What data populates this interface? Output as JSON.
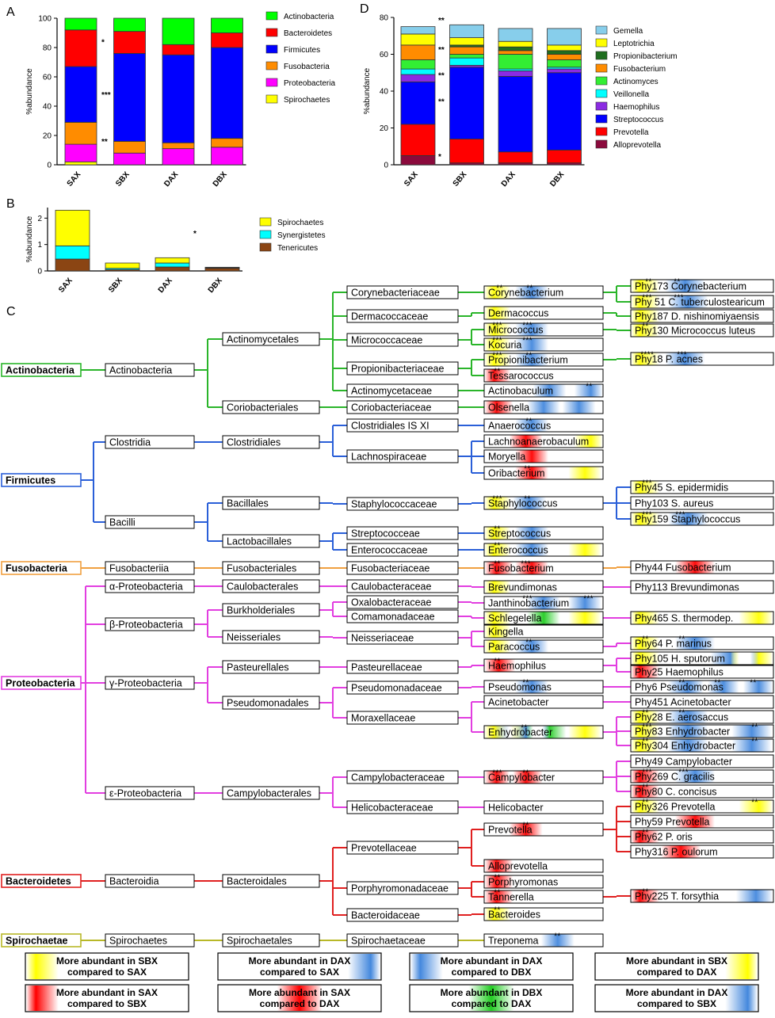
{
  "panels": {
    "A": "A",
    "B": "B",
    "C": "C",
    "D": "D"
  },
  "chart_data": [
    {
      "type": "bar",
      "panel": "A",
      "categories": [
        "SAX",
        "SBX",
        "DAX",
        "DBX"
      ],
      "ylabel": "%abundance",
      "ylim": [
        0,
        100
      ],
      "yticks": [
        0,
        20,
        40,
        60,
        80,
        100
      ],
      "legend_position": "right",
      "series": [
        {
          "name": "Spirochaetes",
          "color": "#ffff00",
          "values": [
            2,
            0,
            0,
            0
          ]
        },
        {
          "name": "Proteobacteria",
          "color": "#ff00ff",
          "values": [
            12,
            8,
            11,
            12
          ]
        },
        {
          "name": "Fusobacteria",
          "color": "#ff8c00",
          "values": [
            15,
            8,
            4,
            6
          ]
        },
        {
          "name": "Firmicutes",
          "color": "#0000ff",
          "values": [
            38,
            60,
            60,
            62
          ]
        },
        {
          "name": "Bacteroidetes",
          "color": "#ff0000",
          "values": [
            25,
            15,
            7,
            10
          ]
        },
        {
          "name": "Actinobacteria",
          "color": "#00ff00",
          "values": [
            8,
            9,
            18,
            10
          ]
        }
      ],
      "legend": [
        "Actinobacteria",
        "Bacteroidetes",
        "Firmicutes",
        "Fusobacteria",
        "Proteobacteria",
        "Spirochaetes"
      ],
      "annotations": [
        {
          "text": "*",
          "y": 82
        },
        {
          "text": "***",
          "y": 46
        },
        {
          "text": "**",
          "y": 14
        }
      ]
    },
    {
      "type": "bar",
      "panel": "B",
      "categories": [
        "SAX",
        "SBX",
        "DAX",
        "DBX"
      ],
      "ylabel": "%abundance",
      "ylim": [
        0,
        2.4
      ],
      "yticks": [
        0,
        1,
        2
      ],
      "legend_position": "right",
      "series": [
        {
          "name": "Tenericutes",
          "color": "#8b4513",
          "values": [
            0.45,
            0.05,
            0.15,
            0.1
          ]
        },
        {
          "name": "Synergistetes",
          "color": "#00ffff",
          "values": [
            0.5,
            0.05,
            0.15,
            0.02
          ]
        },
        {
          "name": "Spirochaetes",
          "color": "#ffff00",
          "values": [
            1.35,
            0.2,
            0.2,
            0.02
          ]
        }
      ],
      "legend": [
        "Spirochaetes",
        "Synergistetes",
        "Tenericutes"
      ],
      "annotations": [
        {
          "text": "*",
          "category": "DAX"
        }
      ]
    },
    {
      "type": "bar",
      "panel": "D",
      "categories": [
        "SAX",
        "SBX",
        "DAX",
        "DBX"
      ],
      "ylabel": "%abundance",
      "ylim": [
        0,
        80
      ],
      "yticks": [
        0,
        20,
        40,
        60,
        80
      ],
      "legend_position": "right",
      "series": [
        {
          "name": "Alloprevotella",
          "color": "#8b0a3c",
          "values": [
            5,
            1,
            1,
            1
          ]
        },
        {
          "name": "Prevotella",
          "color": "#ff0000",
          "values": [
            17,
            13,
            6,
            7
          ]
        },
        {
          "name": "Streptococcus",
          "color": "#0000ff",
          "values": [
            23,
            39,
            41,
            42
          ]
        },
        {
          "name": "Haemophilus",
          "color": "#8b2be2",
          "values": [
            4,
            1,
            3,
            2
          ]
        },
        {
          "name": "Veillonella",
          "color": "#00ffff",
          "values": [
            3,
            4,
            1,
            1
          ]
        },
        {
          "name": "Actinomyces",
          "color": "#33ee33",
          "values": [
            5,
            2,
            8,
            4
          ]
        },
        {
          "name": "Fusobacterium",
          "color": "#ff8c00",
          "values": [
            8,
            4,
            2,
            3
          ]
        },
        {
          "name": "Propionibacterium",
          "color": "#1f6e1f",
          "values": [
            0,
            1,
            2,
            2
          ]
        },
        {
          "name": "Leptotrichia",
          "color": "#ffff00",
          "values": [
            6,
            4,
            3,
            3
          ]
        },
        {
          "name": "Gemella",
          "color": "#87ceeb",
          "values": [
            4,
            7,
            7,
            9
          ]
        }
      ],
      "legend": [
        "Gemella",
        "Leptotrichia",
        "Propionibacterium",
        "Fusobacterium",
        "Actinomyces",
        "Veillonella",
        "Haemophilus",
        "Streptococcus",
        "Prevotella",
        "Alloprevotella"
      ],
      "annotations": [
        {
          "text": "**",
          "y": 77
        },
        {
          "text": "**",
          "y": 61
        },
        {
          "text": "**",
          "y": 47
        },
        {
          "text": "**",
          "y": 33
        },
        {
          "text": "*",
          "y": 3
        }
      ]
    }
  ],
  "tree": {
    "phyla": [
      "Actinobacteria",
      "Firmicutes",
      "Fusobacteria",
      "Proteobacteria",
      "Bacteroidetes",
      "Spirochaetae"
    ],
    "classes": [
      "Actinobacteria",
      "Clostridia",
      "Bacilli",
      "Fusobacteriia",
      "α-Proteobacteria",
      "β-Proteobacteria",
      "γ-Proteobacteria",
      "ε-Proteobacteria",
      "Bacteroidia",
      "Spirochaetes"
    ],
    "orders": [
      "Actinomycetales",
      "Coriobacteriales",
      "Clostridiales",
      "Bacillales",
      "Lactobacillales",
      "Fusobacteriales",
      "Caulobacterales",
      "Burkholderiales",
      "Neisseriales",
      "Pasteurellales",
      "Pseudomonadales",
      "Campylobacterales",
      "Bacteroidales",
      "Spirochaetales"
    ],
    "families": [
      "Corynebacteriaceae",
      "Dermacoccaceae",
      "Micrococcaceae",
      "Propionibacteriaceae",
      "Actinomycetaceae",
      "Coriobacteriaceae",
      "Clostridiales IS XI",
      "Lachnospiraceae",
      "Staphylococcaceae",
      "Streptococceae",
      "Enterococcaceae",
      "Fusobacteriaceae",
      "Caulobacteraceae",
      "Oxalobacteraceae",
      "Comamonadaceae",
      "Neisseriaceae",
      "Pasteurellaceae",
      "Pseudomonadaceae",
      "Moraxellaceae",
      "Campylobacteraceae",
      "Helicobacteraceae",
      "Prevotellaceae",
      "Porphyromonadaceae",
      "Bacteroidaceae",
      "Spirochaetaceae"
    ],
    "genera": [
      "Corynebacterium",
      "Dermacoccus",
      "Micrococcus",
      "Kocuria",
      "Propionibacterium",
      "Tessarococcus",
      "Actinobaculum",
      "Olsenella",
      "Anaerococcus",
      "Lachnoanaerobaculum",
      "Moryella",
      "Oribacterium",
      "Staphylococcus",
      "Streptococcus",
      "Enterococcus",
      "Fusobacterium",
      "Brevundimonas",
      "Janthinobacterium",
      "Schlegelella",
      "Kingella",
      "Paracoccus",
      "Haemophilus",
      "Pseudomonas",
      "Acinetobacter",
      "Enhydrobacter",
      "Campylobacter",
      "Helicobacter",
      "Prevotella",
      "Alloprevotella",
      "Porphyromonas",
      "Tannerella",
      "Bacteroides",
      "Treponema"
    ],
    "phylotypes": [
      "Phy173 Corynebacterium",
      "Phy 51 C. tuberculostearicum",
      "Phy187 D. nishinomiyaensis",
      "Phy130 Micrococcus luteus",
      "Phy18 P. acnes",
      "Phy45 S. epidermidis",
      "Phy103 S. aureus",
      "Phy159 Staphylococcus",
      "Phy44 Fusobacterium",
      "Phy113 Brevundimonas",
      "Phy465 S. thermodep.",
      "Phy64 P. marinus",
      "Phy105 H. sputorum",
      "Phy25 Haemophilus",
      "Phy6 Pseudomonas",
      "Phy451 Acinetobacter",
      "Phy28 E. aerosaccus",
      "Phy83 Enhydrobacter",
      "Phy304 Enhydrobacter",
      "Phy49 Campylobacter",
      "Phy269 C. gracilis",
      "Phy80 C. concisus",
      "Phy326 Prevotella",
      "Phy59 Prevotella",
      "Phy62 P. oris",
      "Phy316 P. oulorum",
      "Phy225 T. forsythia"
    ],
    "sig_marks": [
      "*",
      "**",
      "***",
      "****"
    ],
    "colors": {
      "Actinobacteria": "#2ab52a",
      "Firmicutes": "#2a5fd8",
      "Fusobacteria": "#f0a040",
      "Proteobacteria": "#e23ee0",
      "Bacteroidetes": "#e02020",
      "Spirochaetae": "#b8b828"
    }
  },
  "legend_boxes": [
    {
      "line1": "More abundant  in SBX",
      "line2": "compared to SAX",
      "color": "#ffff00",
      "side": "left"
    },
    {
      "line1": "More abundant  in DAX",
      "line2": "compared to SAX",
      "color": "#4488dd",
      "side": "right"
    },
    {
      "line1": "More abundant  in DAX",
      "line2": "compared to DBX",
      "color": "#4488dd",
      "side": "left"
    },
    {
      "line1": "More abundant  in SBX",
      "line2": "compared to DAX",
      "color": "#ffff00",
      "side": "right"
    },
    {
      "line1": "More abundant  in SAX",
      "line2": "compared to SBX",
      "color": "#ff0000",
      "side": "left"
    },
    {
      "line1": "More abundant  in SAX",
      "line2": "compared to DAX",
      "color": "#ff0000",
      "side": "center"
    },
    {
      "line1": "More abundant  in DBX",
      "line2": "compared to DAX",
      "color": "#22cc22",
      "side": "center"
    },
    {
      "line1": "More abundant  in DAX",
      "line2": "compared to SBX",
      "color": "#4488dd",
      "side": "right"
    }
  ]
}
